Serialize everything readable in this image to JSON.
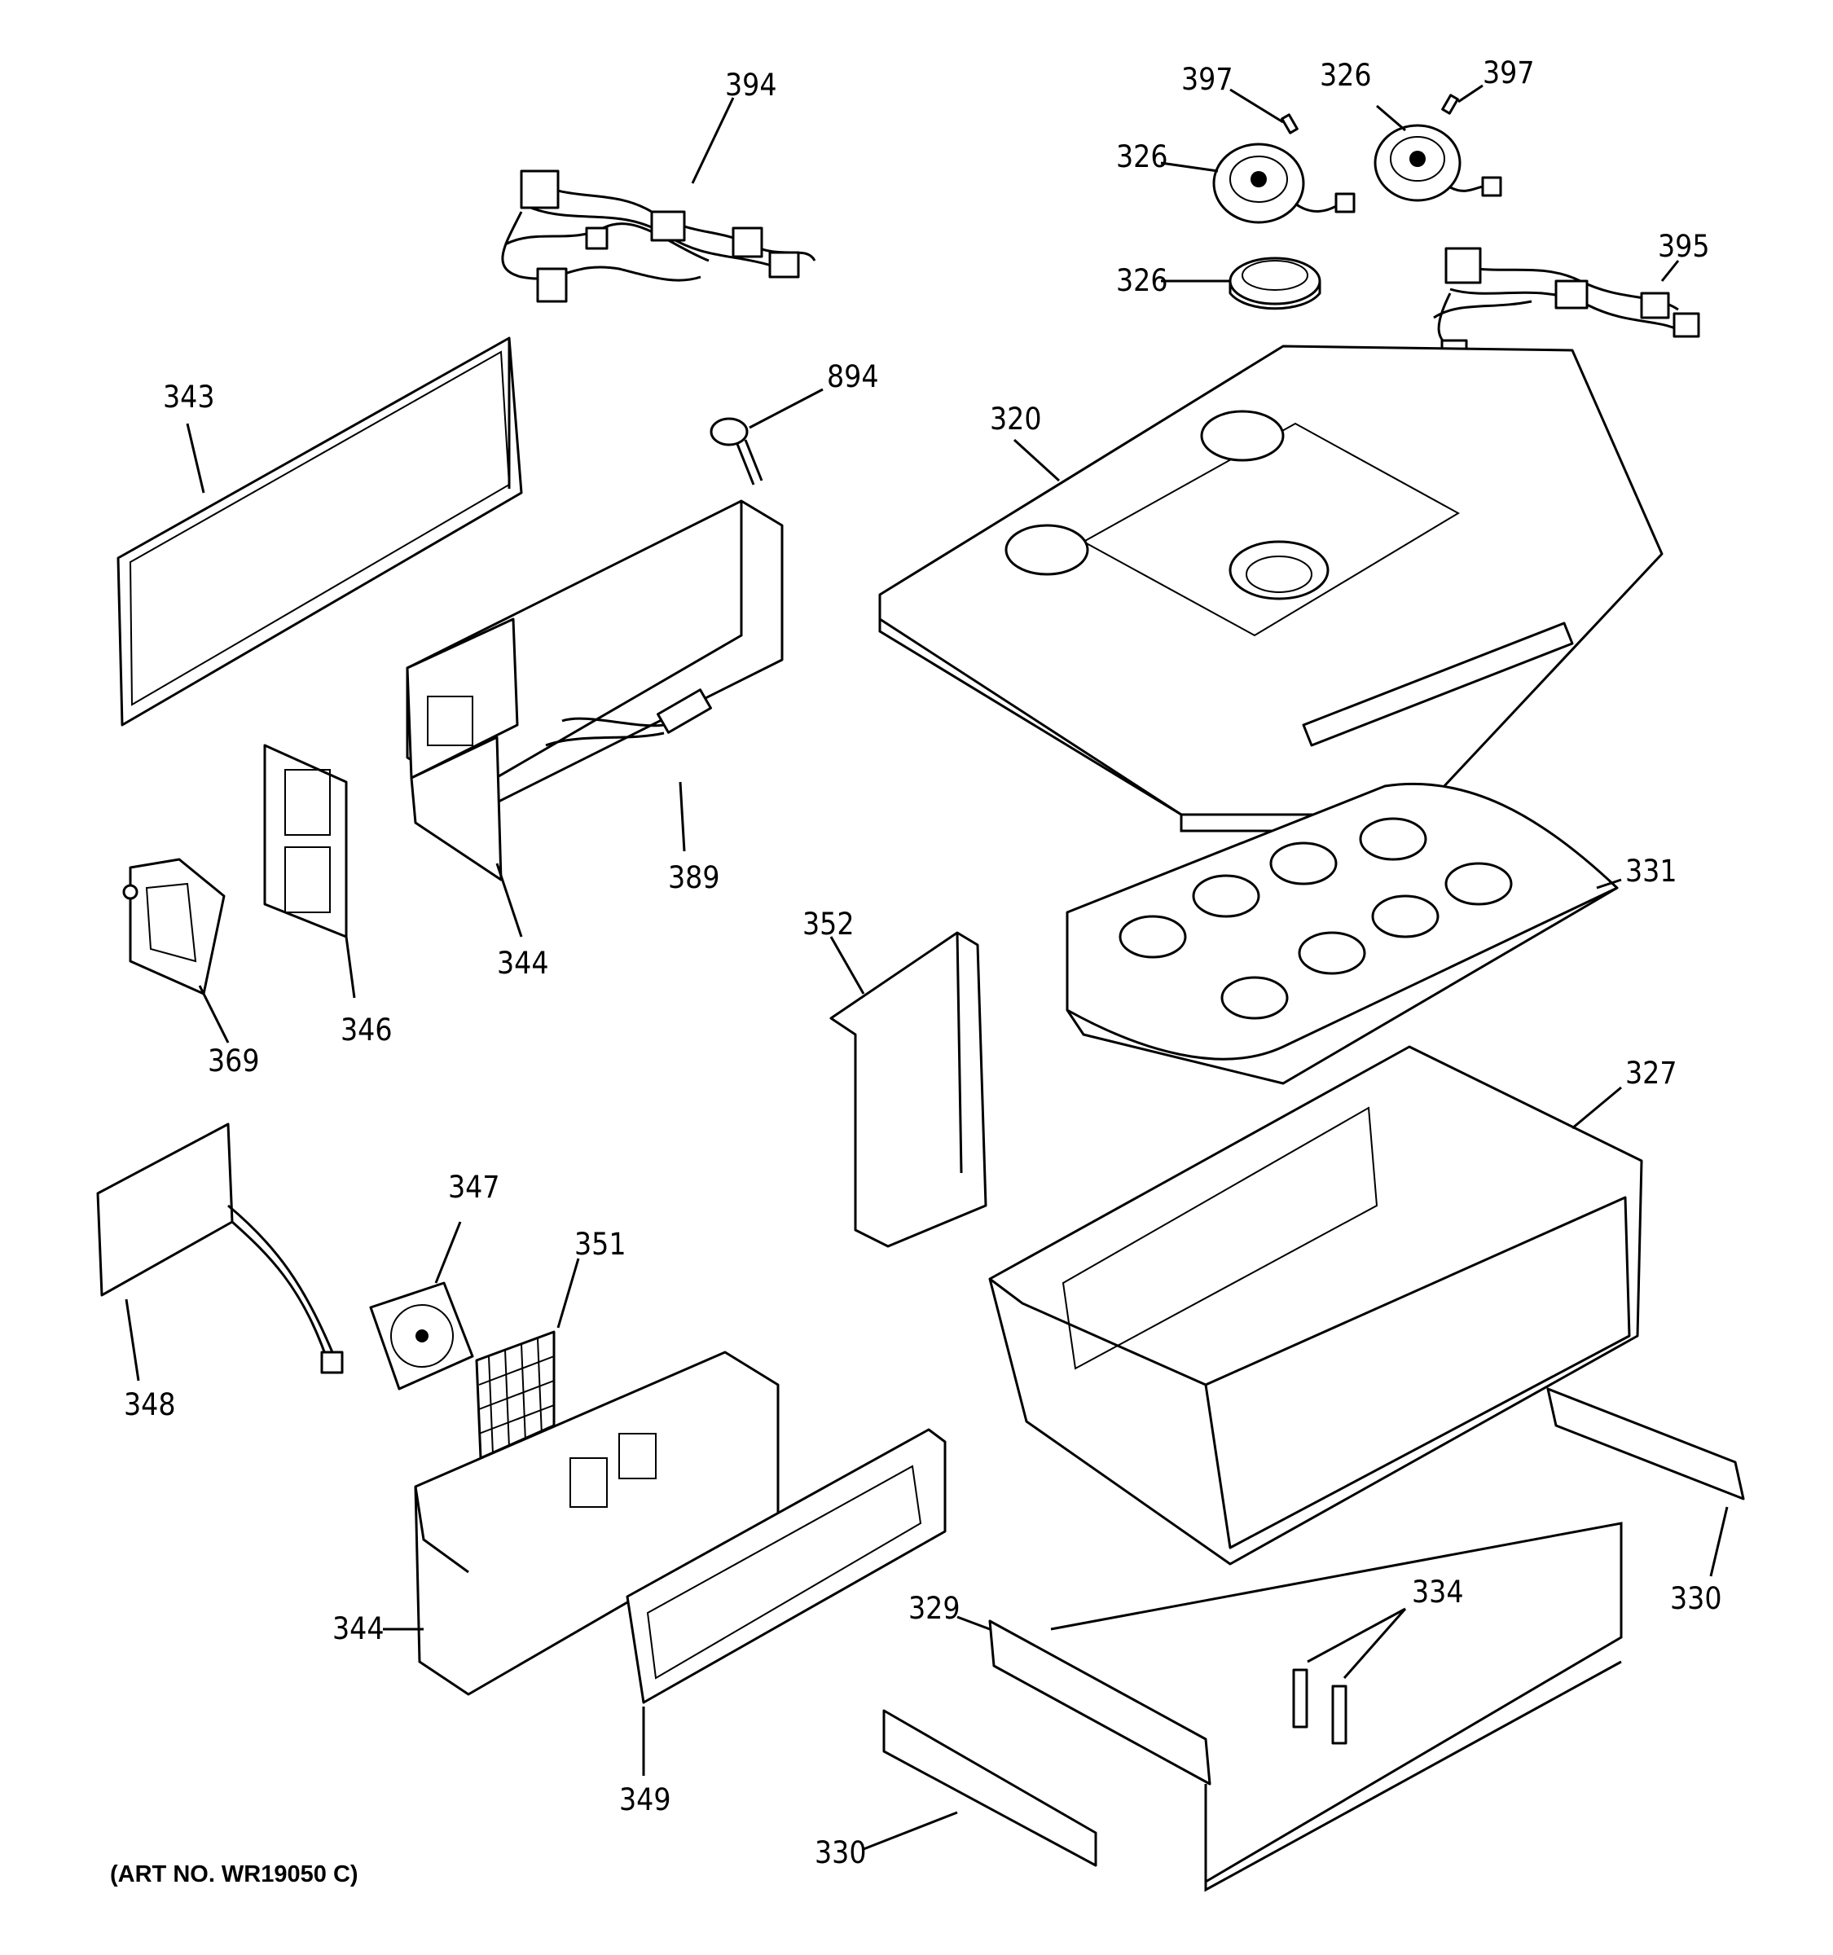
{
  "diagram": {
    "art_number": "(ART NO. WR19050 C)",
    "callouts": {
      "c394": "394",
      "c397a": "397",
      "c326a": "326",
      "c397b": "397",
      "c326b": "326",
      "c326c": "326",
      "c395": "395",
      "c343": "343",
      "c894": "894",
      "c320": "320",
      "c389": "389",
      "c331": "331",
      "c344a": "344",
      "c346": "346",
      "c369": "369",
      "c352": "352",
      "c327": "327",
      "c347": "347",
      "c351": "351",
      "c348": "348",
      "c344b": "344",
      "c349": "349",
      "c329": "329",
      "c334": "334",
      "c330a": "330",
      "c330b": "330"
    }
  }
}
